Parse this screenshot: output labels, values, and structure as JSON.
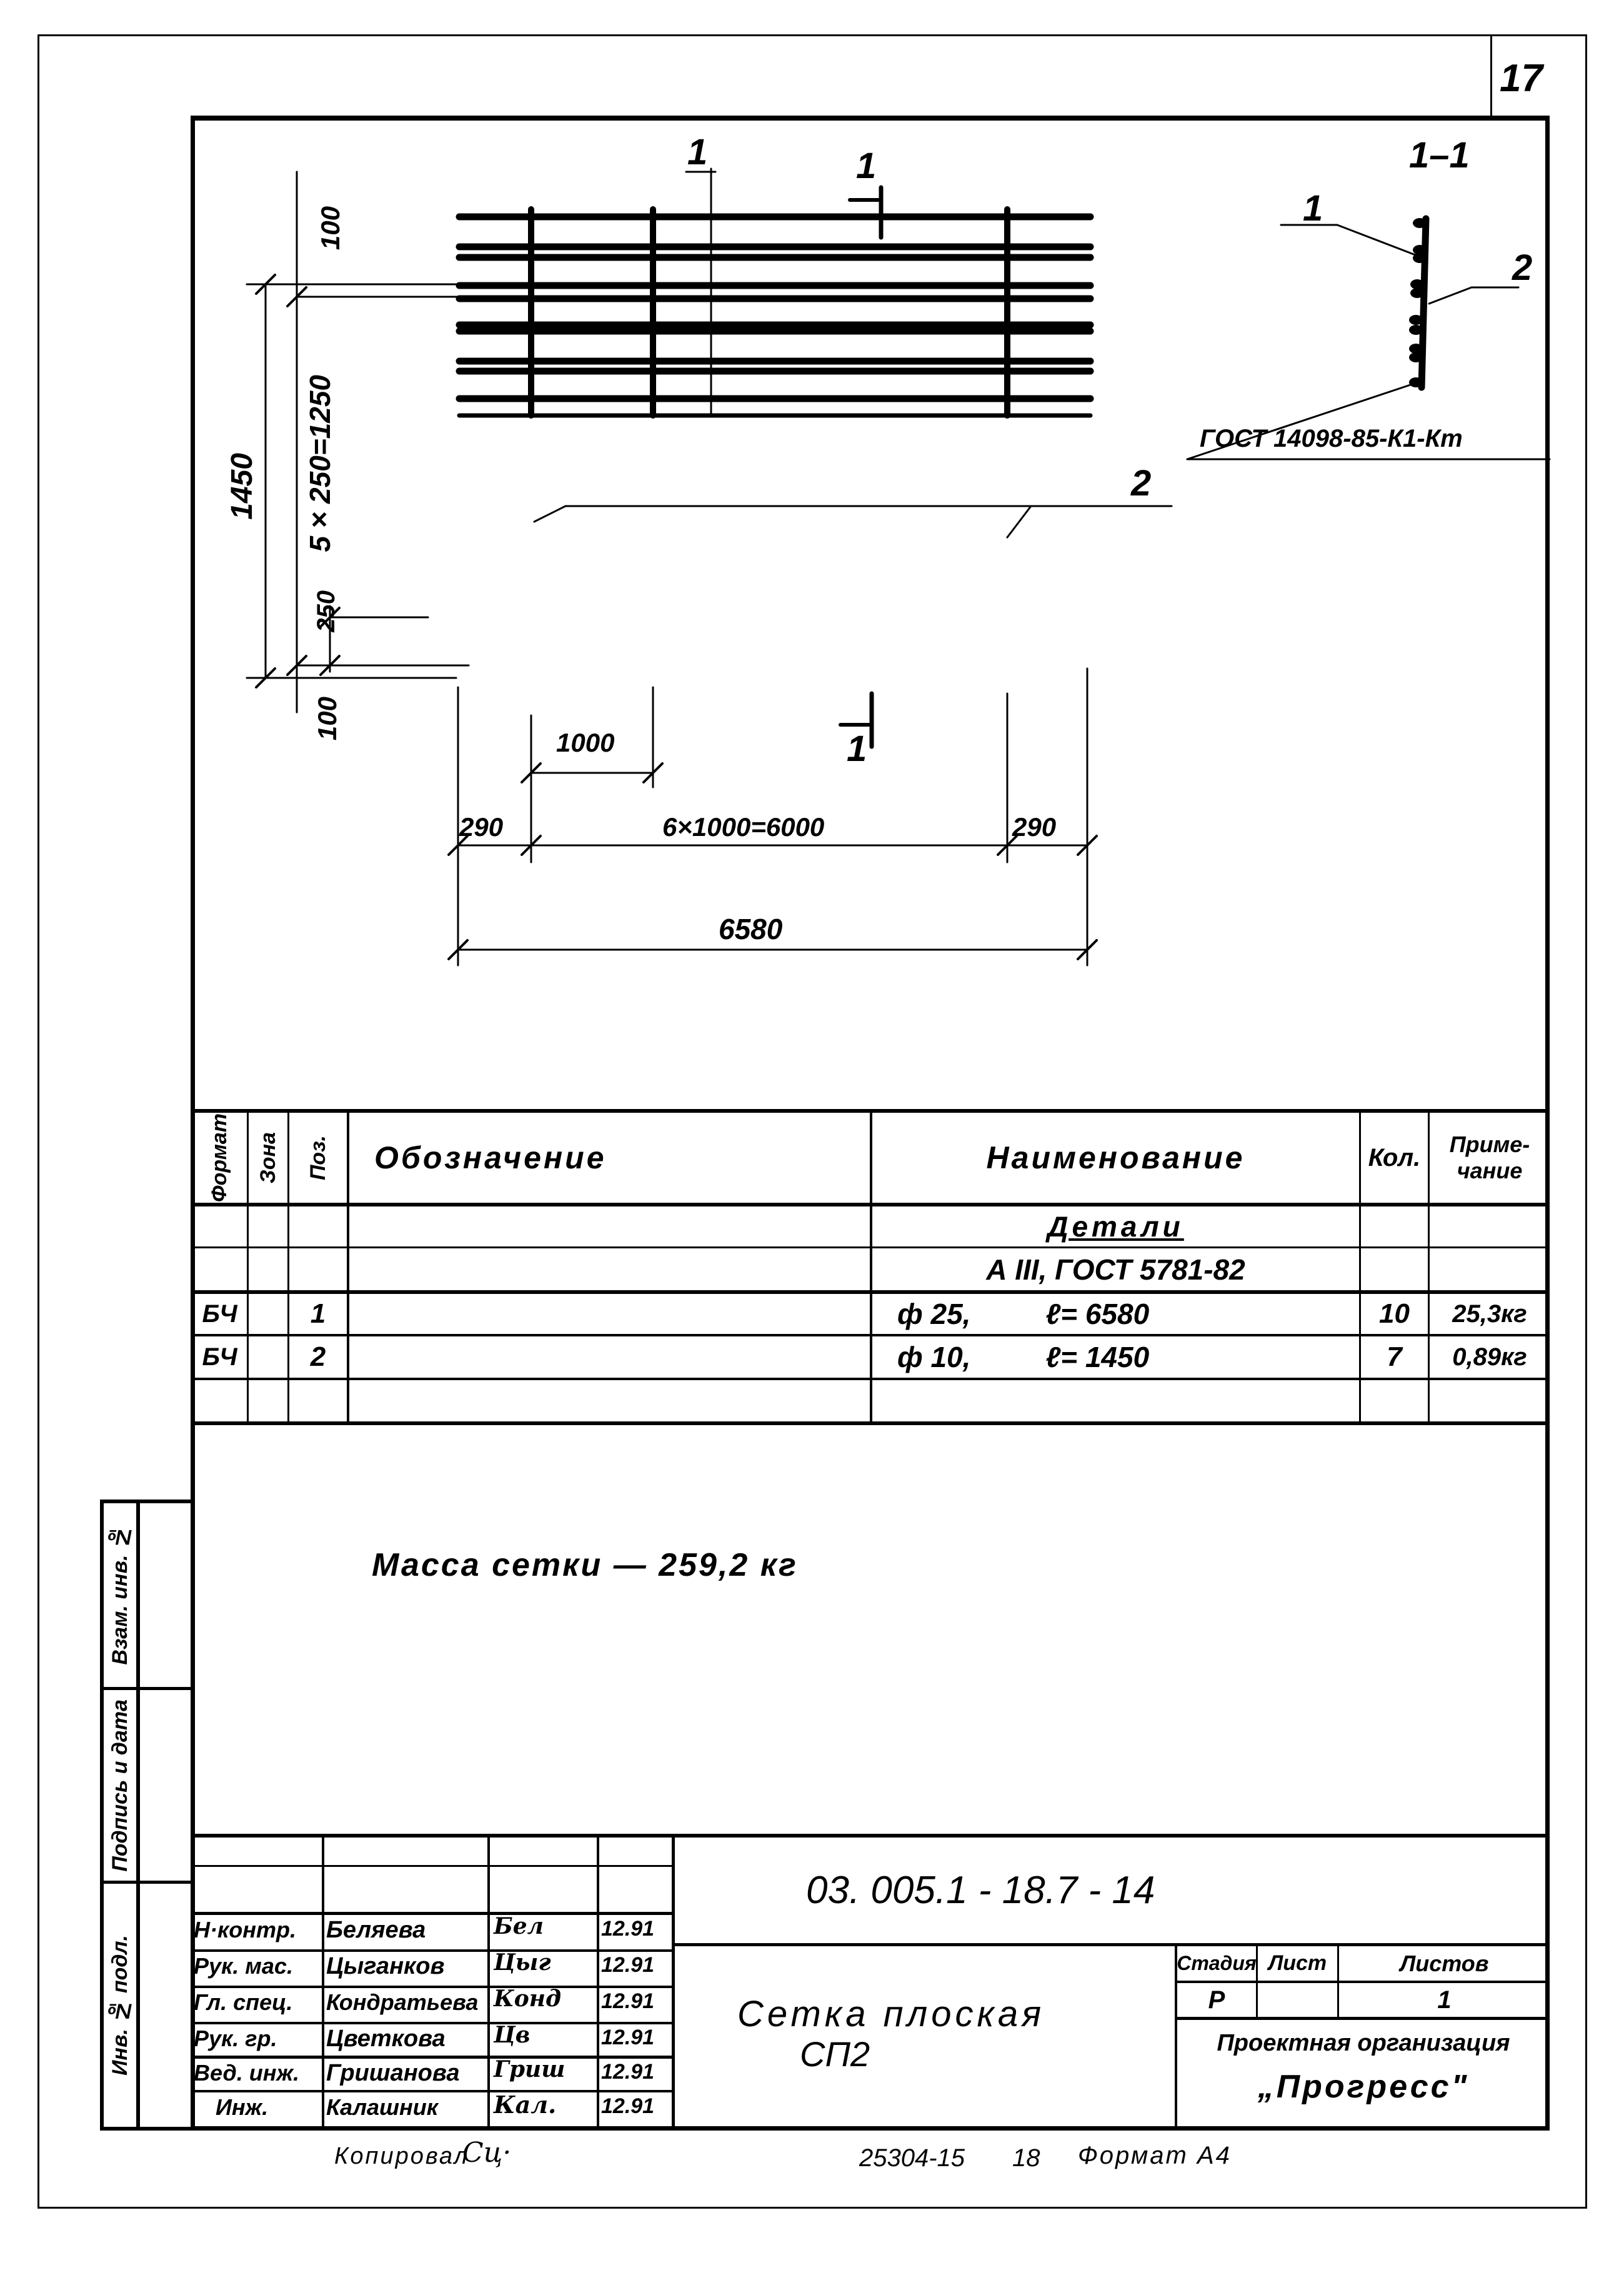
{
  "sheet_number": "17",
  "drawing": {
    "section_mark_label": "1",
    "section_view_title": "1–1",
    "position_labels": {
      "pos1": "1",
      "pos2": "2"
    },
    "dimensions": {
      "top_offset": "100",
      "bottom_offset": "100",
      "overall_height": "1450",
      "spacing_chain": "5×250=1250",
      "spacing": "250",
      "bay": "1000",
      "left_overhang": "290",
      "right_overhang": "290",
      "bay_chain": "6×1000=6000",
      "overall_length": "6580"
    },
    "weld_note": "ГОСТ 14098-85-К1-Кт"
  },
  "spec_table": {
    "headers": {
      "format": "Формат",
      "zone": "Зона",
      "pos": "Поз.",
      "designation": "Обозначение",
      "name": "Наименование",
      "qty": "Кол.",
      "note": "Приме-чание"
    },
    "section_title": "Детали",
    "material": "А III,  ГОСТ 5781-82",
    "rows": [
      {
        "format": "БЧ",
        "zone": "",
        "pos": "1",
        "designation": "",
        "name_dia": "ф 25,",
        "name_len": "ℓ= 6580",
        "qty": "10",
        "note": "25,3кг"
      },
      {
        "format": "БЧ",
        "zone": "",
        "pos": "2",
        "designation": "",
        "name_dia": "ф 10,",
        "name_len": "ℓ= 1450",
        "qty": "7",
        "note": "0,89кг"
      }
    ]
  },
  "mass_note": "Масса сетки — 259,2 кг",
  "side_stamp": {
    "swap_inv": "Взам. инв. №",
    "sign_date": "Подпись и дата",
    "inv_orig": "Инв. № подл."
  },
  "title_block": {
    "doc_code": "03. 005.1 - 18.7 - 14",
    "title_line1": "Сетка   плоская",
    "title_line2": "СП2",
    "stage_label": "Стадия",
    "sheet_label": "Лист",
    "sheets_label": "Листов",
    "stage_value": "Р",
    "sheet_value": "",
    "sheets_value": "1",
    "org_line1": "Проектная организация",
    "org_line2": "„Прогресс\"",
    "signatures": [
      {
        "role": "Н·контр.",
        "name": "Беляева",
        "sign": "Бел",
        "date": "12.91"
      },
      {
        "role": "Рук. мас.",
        "name": "Цыганков",
        "sign": "Цыг",
        "date": "12.91"
      },
      {
        "role": "Гл. спец.",
        "name": "Кондратьева",
        "sign": "Конд",
        "date": "12.91"
      },
      {
        "role": "Рук. гр.",
        "name": "Цветкова",
        "sign": "Цв",
        "date": "12.91"
      },
      {
        "role": "Вед. инж.",
        "name": "Гришанова",
        "sign": "Гриш",
        "date": "12.91"
      },
      {
        "role": "Инж.",
        "name": "Калашник",
        "sign": "Кал.",
        "date": "12.91"
      }
    ]
  },
  "footer": {
    "copied": "Копировал",
    "copied_sign": "Сц·",
    "archive_no": "25304-15",
    "page": "18",
    "format": "Формат А4"
  }
}
